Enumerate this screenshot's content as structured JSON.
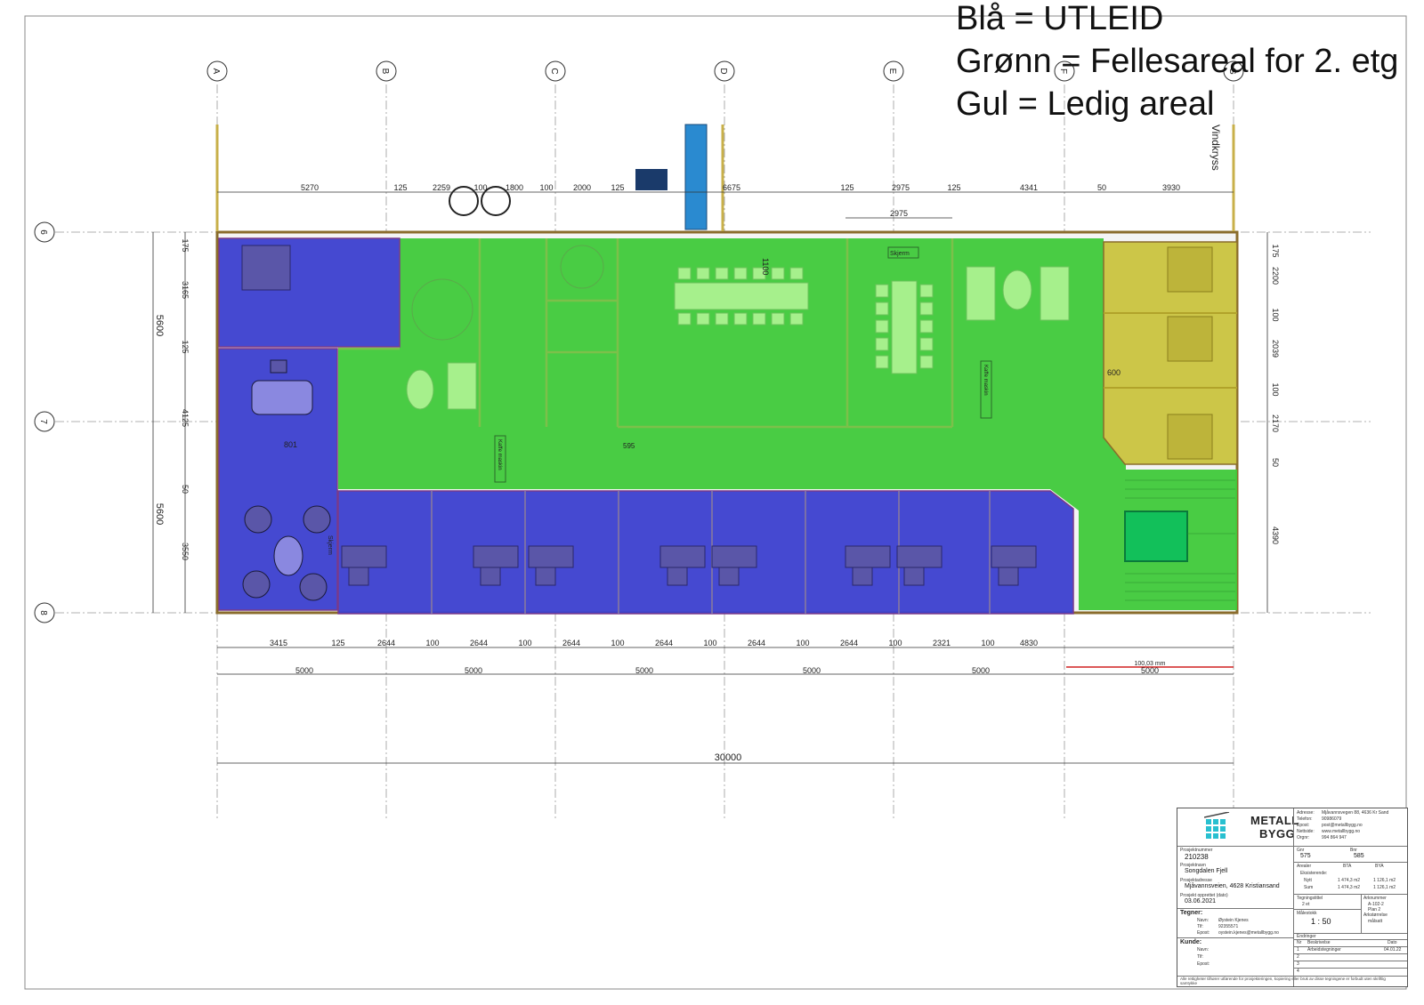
{
  "legend": [
    "Blå = UTLEID",
    "Grønn = Fellesareal for 2. etg",
    "Gul = Ledig areal"
  ],
  "colors": {
    "rented": "#3b3fcf",
    "common": "#3fc93a",
    "vacant": "#c9c33e",
    "stair": "#12c05a",
    "wall": "#8a6c2c",
    "grid": "#333333"
  },
  "grid": {
    "columns": [
      "A",
      "B",
      "C",
      "D",
      "E",
      "F",
      "G"
    ],
    "rows": [
      "6",
      "7",
      "8"
    ]
  },
  "dimensions": {
    "top": [
      "5270",
      "125",
      "2259",
      "100",
      "1800",
      "100",
      "2000",
      "125",
      "6675",
      "125",
      "2975",
      "125",
      "4341",
      "50",
      "3930"
    ],
    "top_secondary": "2975",
    "bottom1": [
      "3415",
      "125",
      "2644",
      "100",
      "2644",
      "100",
      "2644",
      "100",
      "2644",
      "100",
      "2644",
      "100",
      "2644",
      "100",
      "2321",
      "100",
      "4830"
    ],
    "bottom2": [
      "5000",
      "5000",
      "5000",
      "5000",
      "5000",
      "5000"
    ],
    "bottom2_note": "100,03 mm",
    "total": "30000",
    "left_outer": [
      "5600",
      "5600"
    ],
    "left_inner": [
      "175",
      "3165",
      "125",
      "4125",
      "50",
      "3550"
    ],
    "right": [
      "175",
      "2200",
      "100",
      "2039",
      "100",
      "2170",
      "50",
      "4390"
    ]
  },
  "labels": {
    "vindkryss": "Vindkryss",
    "skjerm_top": "Skjerm",
    "skjerm_left": "Skjerm",
    "kaffe1": "Kaffe maskin",
    "kaffe2": "Kaffe maskin",
    "dim_801": "801",
    "dim_595": "595",
    "dim_600": "600",
    "dim_1100": "1100"
  },
  "titleblock": {
    "logo_line1": "METALL",
    "logo_line2": "BYGG",
    "company": [
      [
        "Adresse:",
        "Mjåvannsvegen 88, 4636 Kr Sand"
      ],
      [
        "Telefon:",
        "90986079"
      ],
      [
        "Epost:",
        "post@metallbygg.no"
      ],
      [
        "Nettside:",
        "www.metallbygg.no"
      ],
      [
        "Orgnr:",
        "994 864 947"
      ]
    ],
    "prosjektnummer_label": "Prosjektnummer",
    "prosjektnummer": "210238",
    "prosjektnavn_label": "Prosjektnavn",
    "prosjektnavn": "Songdalen Fjell",
    "prosjektadresse_label": "Prosjektadresse",
    "prosjektadresse": "Mjåvannsveien, 4628 Kristiansand",
    "opprettet_label": "Prosjekt opprettet (dato)",
    "opprettet": "03.06.2021",
    "gnr_label": "Gnr",
    "gnr": "575",
    "bnr_label": "Bnr",
    "bnr": "585",
    "arealer_label": "Arealer",
    "bta_label": "BTA",
    "bya_label": "BYA",
    "eksisterende": "Eksisterende:",
    "nytt_label": "Nytt",
    "nytt_bta": "1 474,3 m2",
    "nytt_bya": "1 126,1 m2",
    "sum_label": "Sum",
    "sum_bta": "1 474,3 m2",
    "sum_bya": "1 126,1 m2",
    "tegner_label": "Tegner:",
    "navn_label": "Navn:",
    "tegner_navn": "Øystein Kjenes",
    "tlf_label": "Tlf:",
    "tegner_tlf": "92355571",
    "epost_label": "Epost:",
    "tegner_epost": "oystein.kjenes@metallbygg.no",
    "kunde_label": "Kunde:",
    "kunde_navn_label": "Navn:",
    "kunde_tlf_label": "Tlf:",
    "kunde_epost_label": "Epost:",
    "tegningstittel_label": "Tegningstittel",
    "tegningstittel": "2 et",
    "tegningsnummer_label": "Arknummer",
    "tegningsnummer": "A-102-2",
    "plan_label": "Plan 2",
    "malestokk_label": "Målestokk",
    "malestokk": "1 : 50",
    "arkstorrelse_label": "Arkstørrelse",
    "arkstorrelse": "målsatt",
    "endringer_label": "Endringer",
    "endring_cols": [
      "Nr",
      "Beskrivelse",
      "Dato"
    ],
    "endring1_nr": "1",
    "endring1_desc": "Arbeidstegninger",
    "endring1_dato": "04.01.22",
    "endring_nrs": [
      "2",
      "3",
      "4"
    ],
    "footer_note": "Alle rettigheter tilhører utførende for prosjekteringen, kopiering eller bruk av disse tegningene er forbudt uten skriftlig samtykke"
  }
}
